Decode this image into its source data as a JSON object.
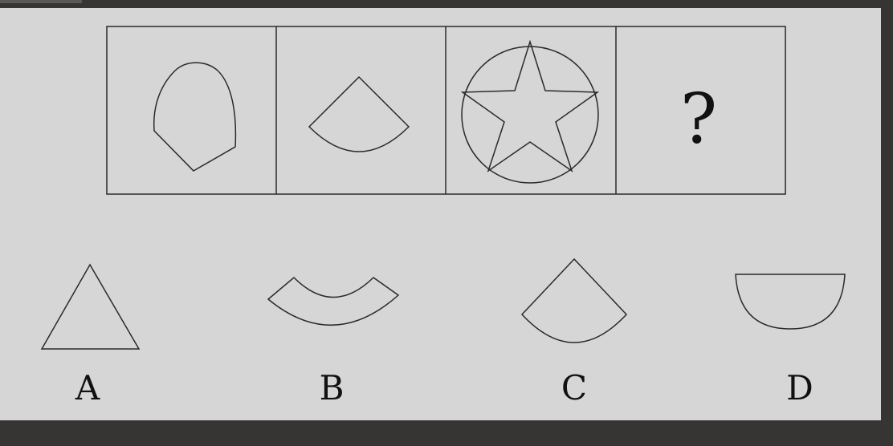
{
  "puzzle": {
    "question_mark": "?",
    "options": [
      {
        "label": "A",
        "shape": "triangle"
      },
      {
        "label": "B",
        "shape": "arc-band"
      },
      {
        "label": "C",
        "shape": "sector"
      },
      {
        "label": "D",
        "shape": "semicircle"
      }
    ]
  },
  "colors": {
    "background": "#373434",
    "panel": "#d6d6d6",
    "stroke": "#2a2a2a",
    "text": "#111111"
  }
}
